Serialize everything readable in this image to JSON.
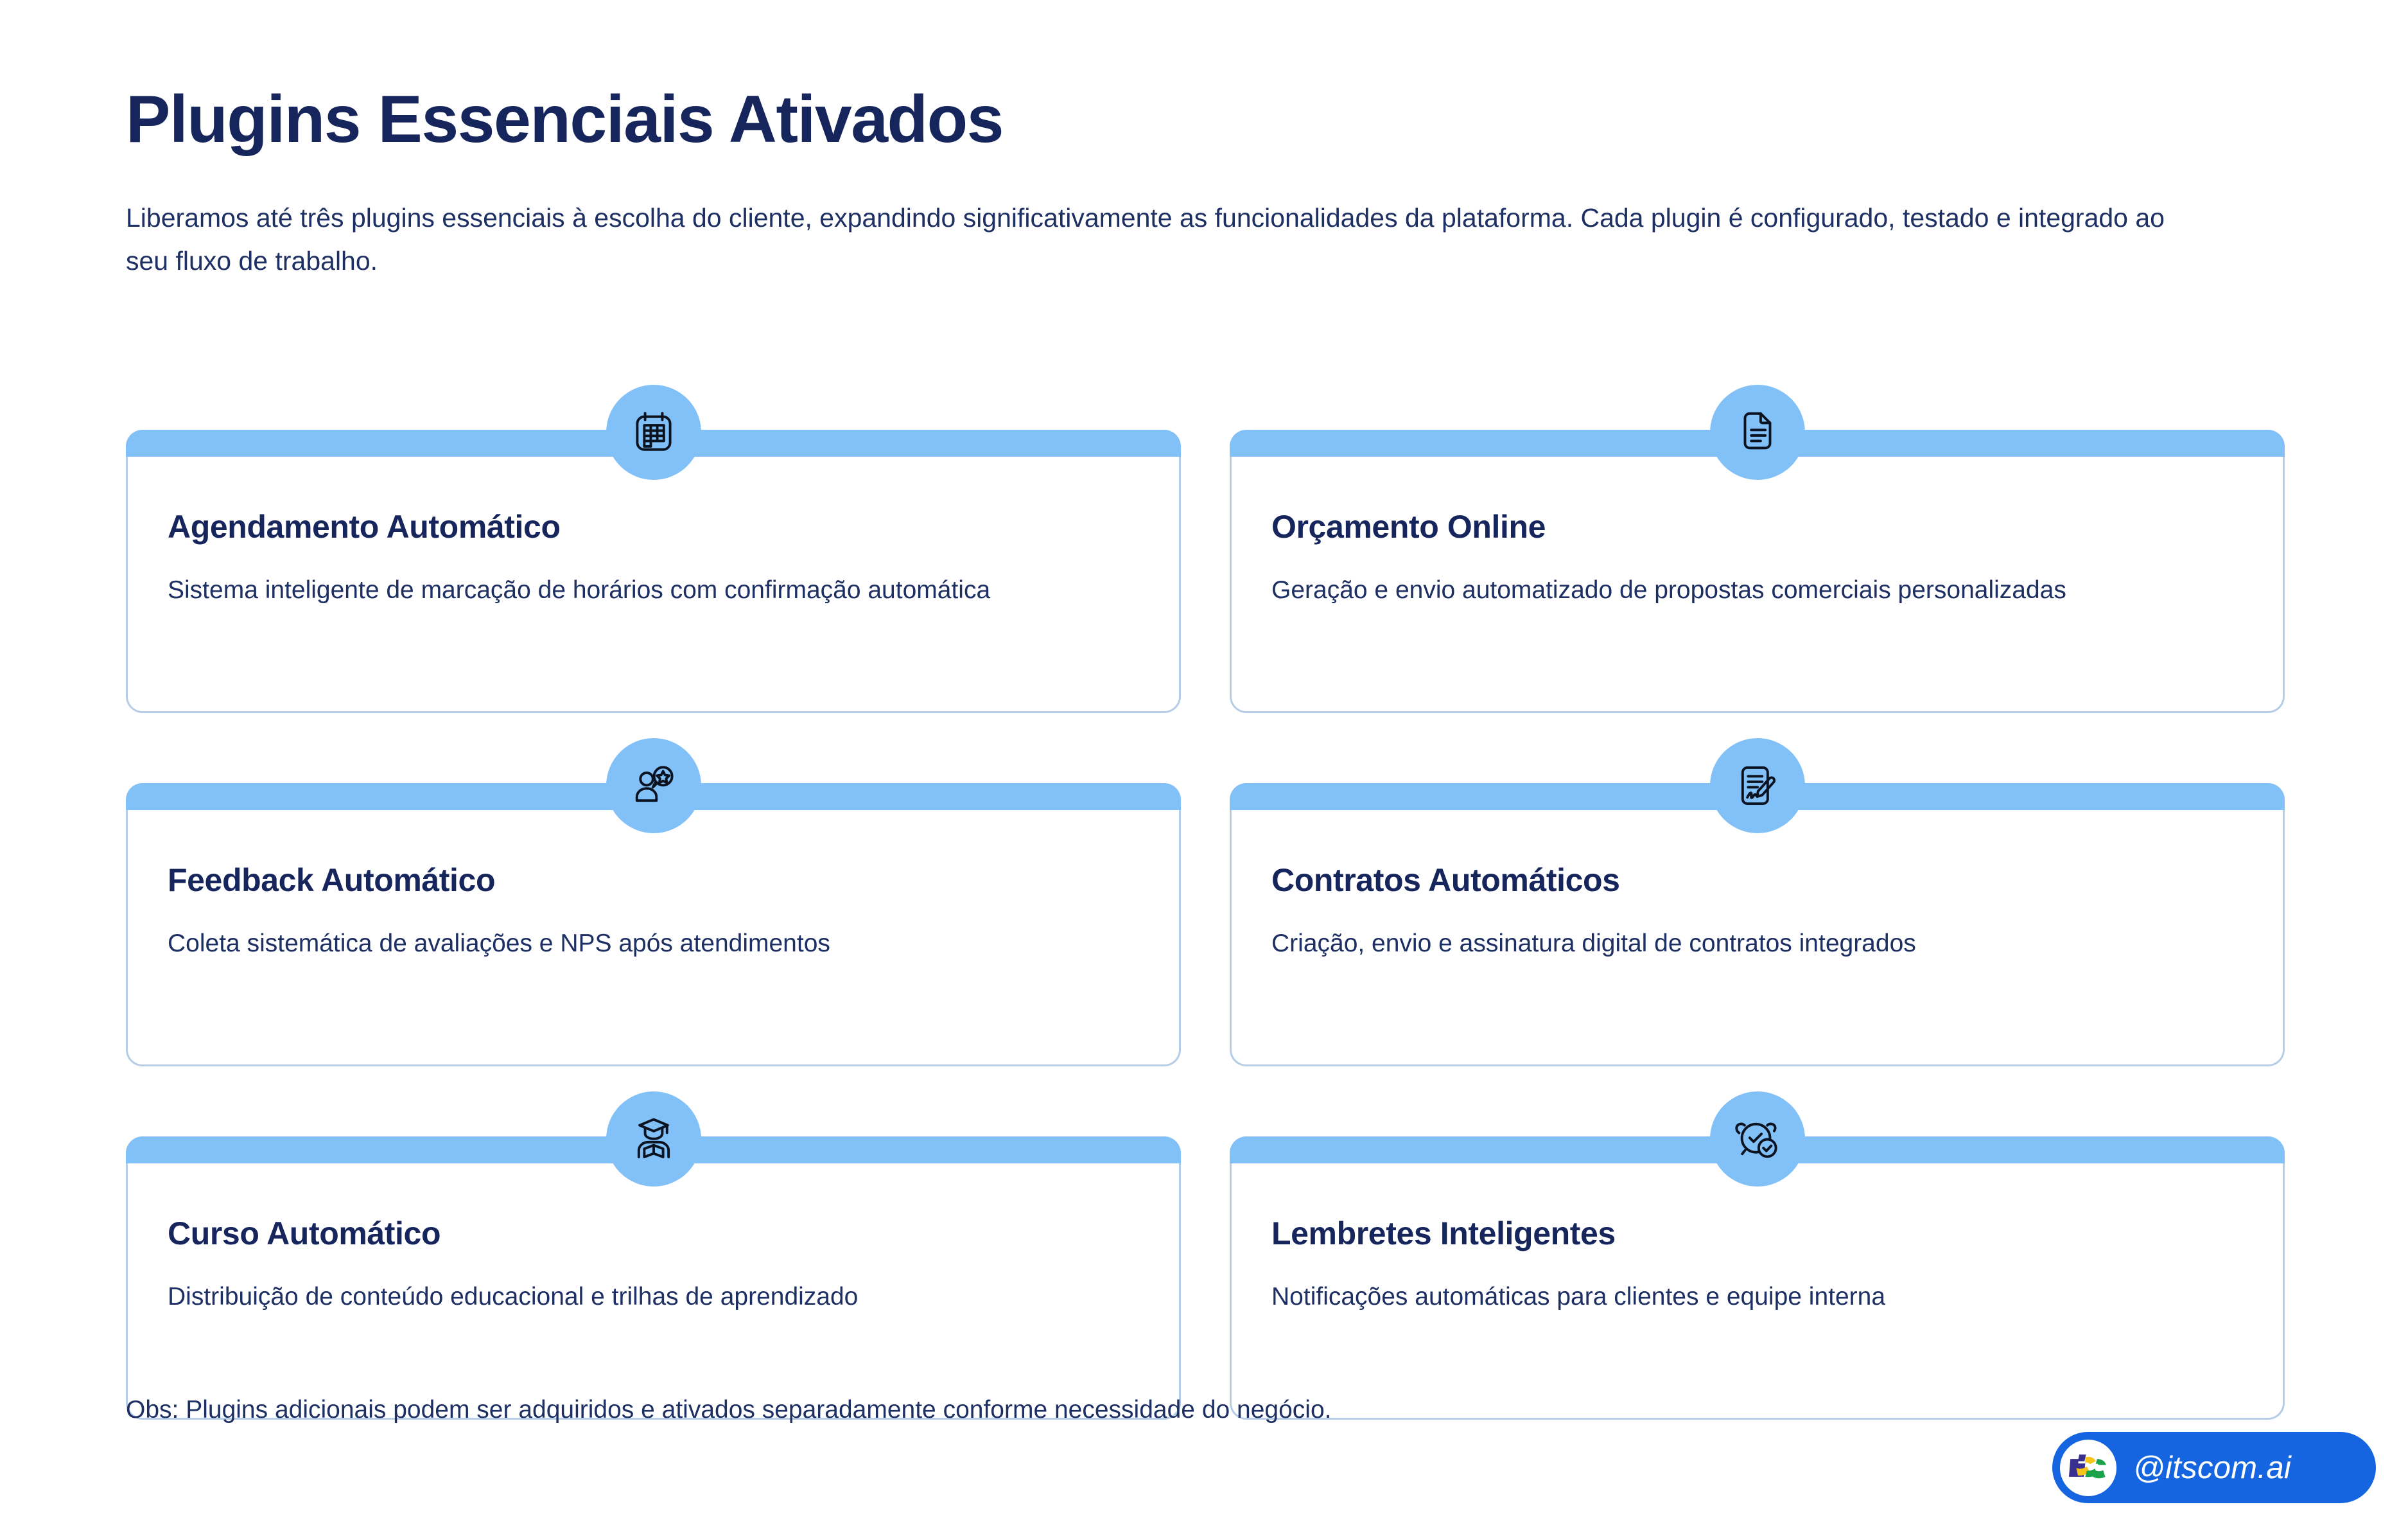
{
  "header": {
    "title": "Plugins Essenciais Ativados",
    "subtitle": "Liberamos até três plugins essenciais à escolha do cliente, expandindo significativamente as funcionalidades da plataforma. Cada plugin é configurado, testado e integrado ao seu fluxo de trabalho."
  },
  "cards": [
    {
      "icon": "calendar-icon",
      "title": "Agendamento Automático",
      "desc": "Sistema inteligente de marcação de horários com confirmação automática"
    },
    {
      "icon": "document-icon",
      "title": "Orçamento Online",
      "desc": "Geração e envio automatizado de propostas comerciais personalizadas"
    },
    {
      "icon": "user-star-feedback-icon",
      "title": "Feedback Automático",
      "desc": "Coleta sistemática de avaliações e NPS após atendimentos"
    },
    {
      "icon": "contract-signature-icon",
      "title": "Contratos Automáticos",
      "desc": "Criação, envio e assinatura digital de contratos integrados"
    },
    {
      "icon": "graduate-book-icon",
      "title": "Curso Automático",
      "desc": "Distribuição de conteúdo educacional e trilhas de aprendizado"
    },
    {
      "icon": "alarm-check-icon",
      "title": "Lembretes Inteligentes",
      "desc": "Notificações automáticas para clientes e equipe interna"
    }
  ],
  "footer": {
    "note": "Obs: Plugins adicionais podem ser adquiridos e ativados separadamente conforme necessidade do negócio."
  },
  "brand": {
    "handle": "@itscom.ai",
    "logo_icon": "its-logo-icon"
  },
  "colors": {
    "background": "#ffffff",
    "title_navy": "#16255c",
    "body_navy": "#1d2f63",
    "accent_light_blue": "#82c0f8",
    "card_border": "#b6cde8",
    "badge_blue": "#1565e0",
    "icon_stroke": "#0b1220"
  }
}
